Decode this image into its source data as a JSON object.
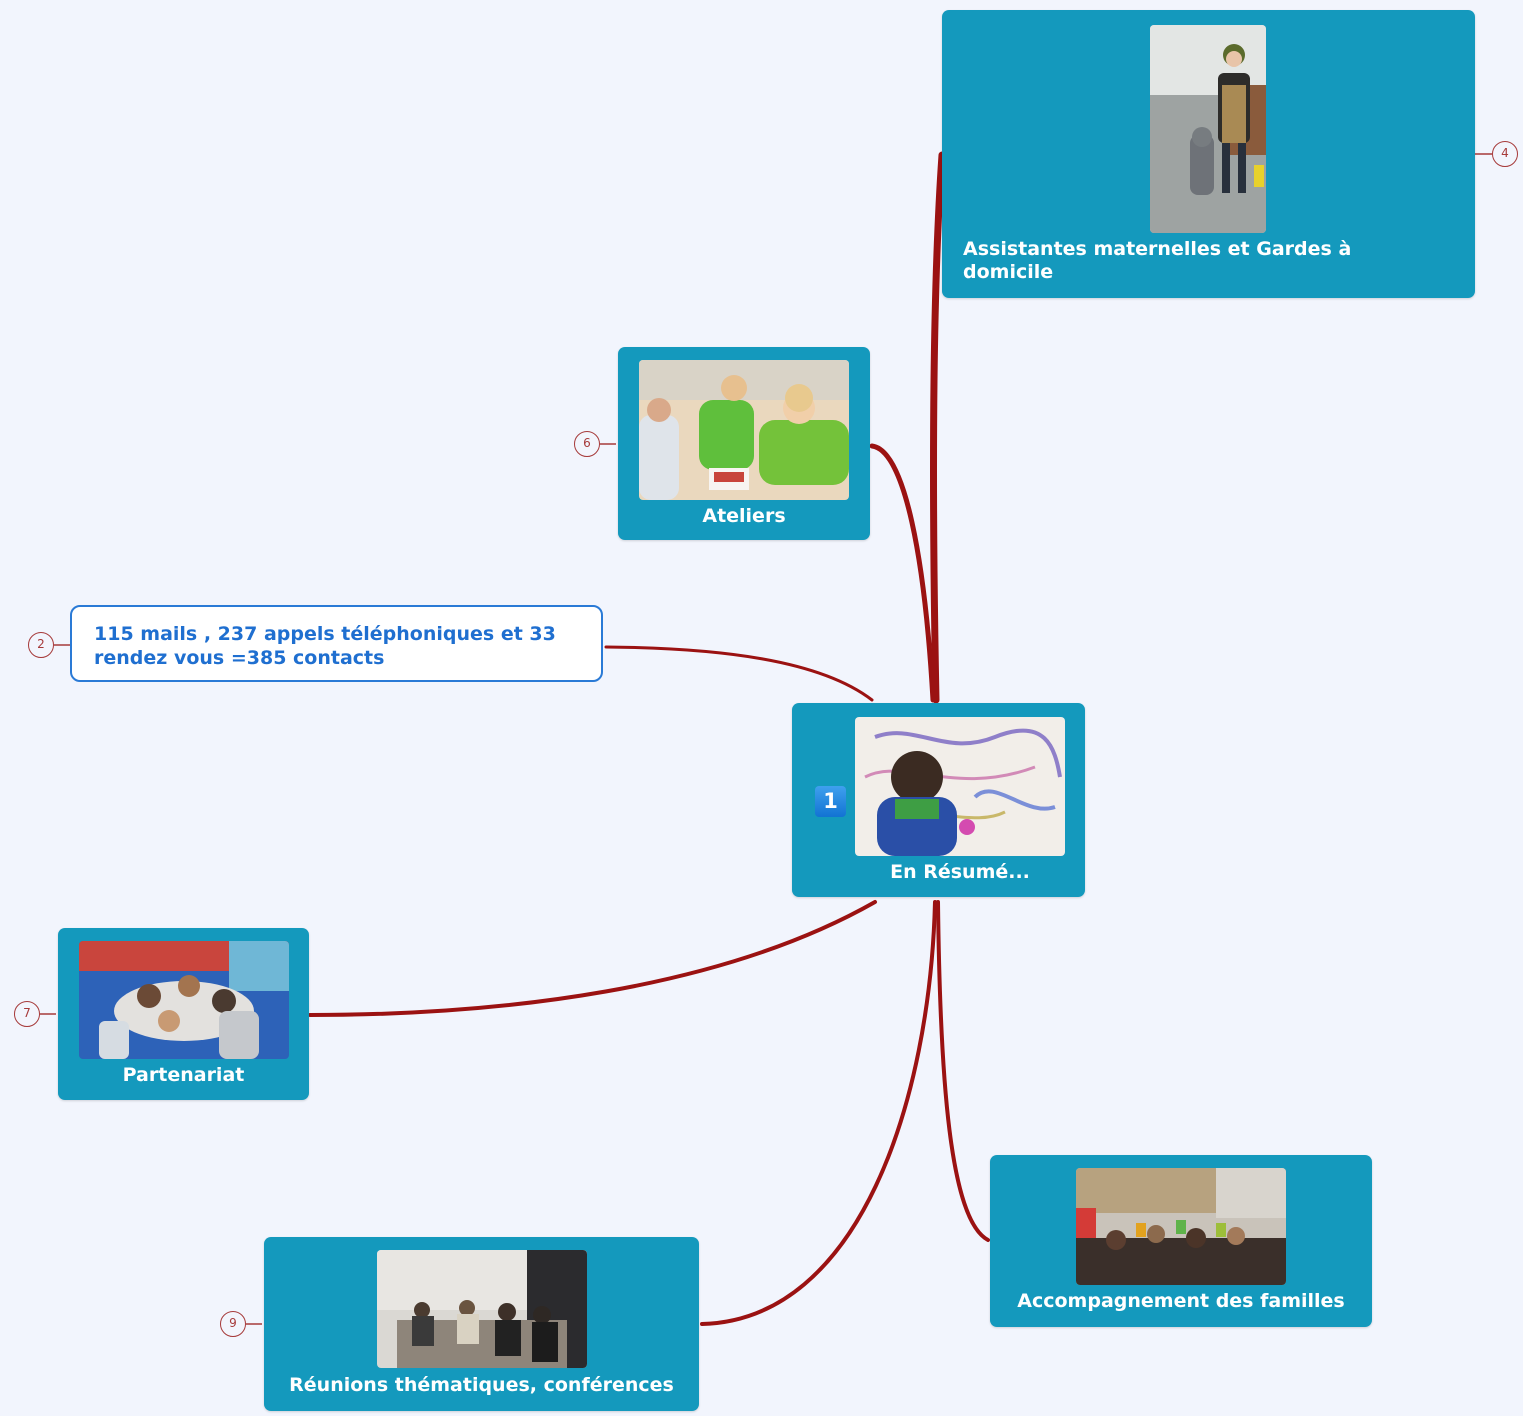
{
  "central": {
    "label": "En Résumé...",
    "priority": "1"
  },
  "topics": {
    "assistantes": {
      "label": "Assistantes maternelles et Gardes à domicile",
      "marker": "4"
    },
    "ateliers": {
      "label": "Ateliers",
      "marker": "6"
    },
    "contacts": {
      "label": "115 mails , 237 appels téléphoniques et 33 rendez vous  =385 contacts",
      "marker": "2"
    },
    "partenariat": {
      "label": "Partenariat",
      "marker": "7"
    },
    "reunions": {
      "label": "Réunions thématiques, conférences",
      "marker": "9"
    },
    "accompagnement": {
      "label": "Accompagnement des  familles"
    }
  },
  "colors": {
    "background": "#f2f5fd",
    "topic_fill": "#1499bd",
    "connector": "#9b1212",
    "note_border": "#2a7ad6",
    "note_text": "#1f6fd0"
  }
}
